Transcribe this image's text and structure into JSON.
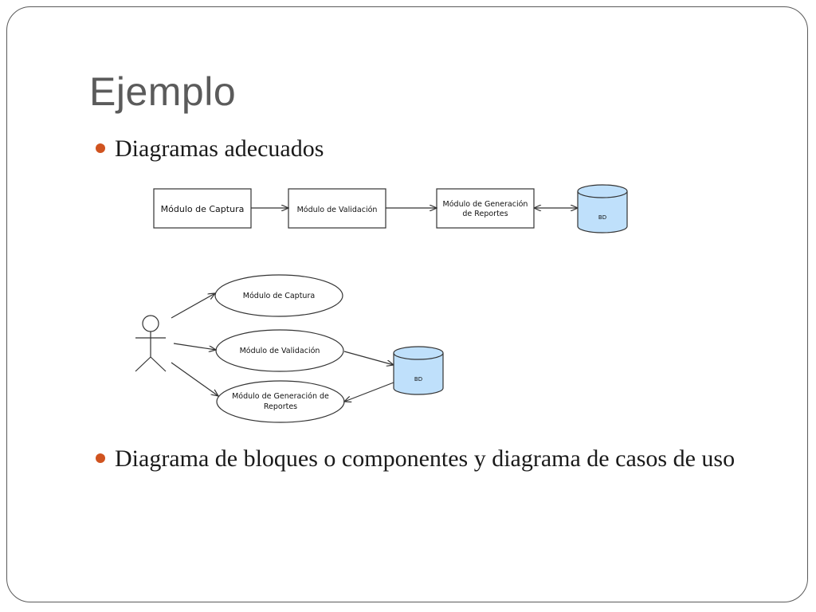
{
  "slide": {
    "title": "Ejemplo",
    "bullets": [
      "Diagramas adecuados",
      "Diagrama de bloques o componentes y diagrama de casos de uso"
    ]
  },
  "block_diagram": {
    "blocks": [
      "Módulo de Captura",
      "Módulo de Validación",
      "Módulo de Generación",
      "de Reportes"
    ],
    "database": "BD"
  },
  "use_case_diagram": {
    "use_cases": [
      "Módulo de Captura",
      "Módulo de Validación",
      "Módulo de Generación de",
      "Reportes"
    ],
    "database": "BD"
  },
  "colors": {
    "bullet": "#d0531f",
    "database_fill": "#bfe0fb",
    "title": "#5b5b5b"
  }
}
